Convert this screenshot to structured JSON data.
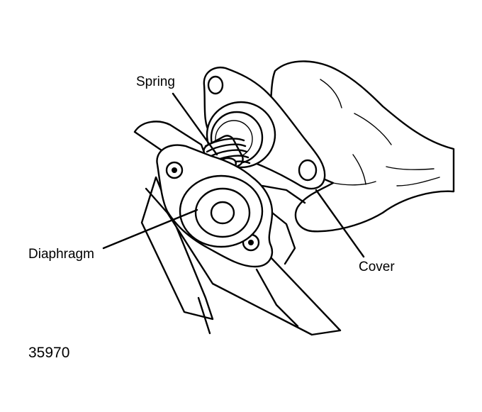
{
  "labels": {
    "spring": "Spring",
    "diaphragm": "Diaphragm",
    "cover": "Cover"
  },
  "figure_number": "35970",
  "colors": {
    "ink": "#000000",
    "background": "#ffffff"
  }
}
